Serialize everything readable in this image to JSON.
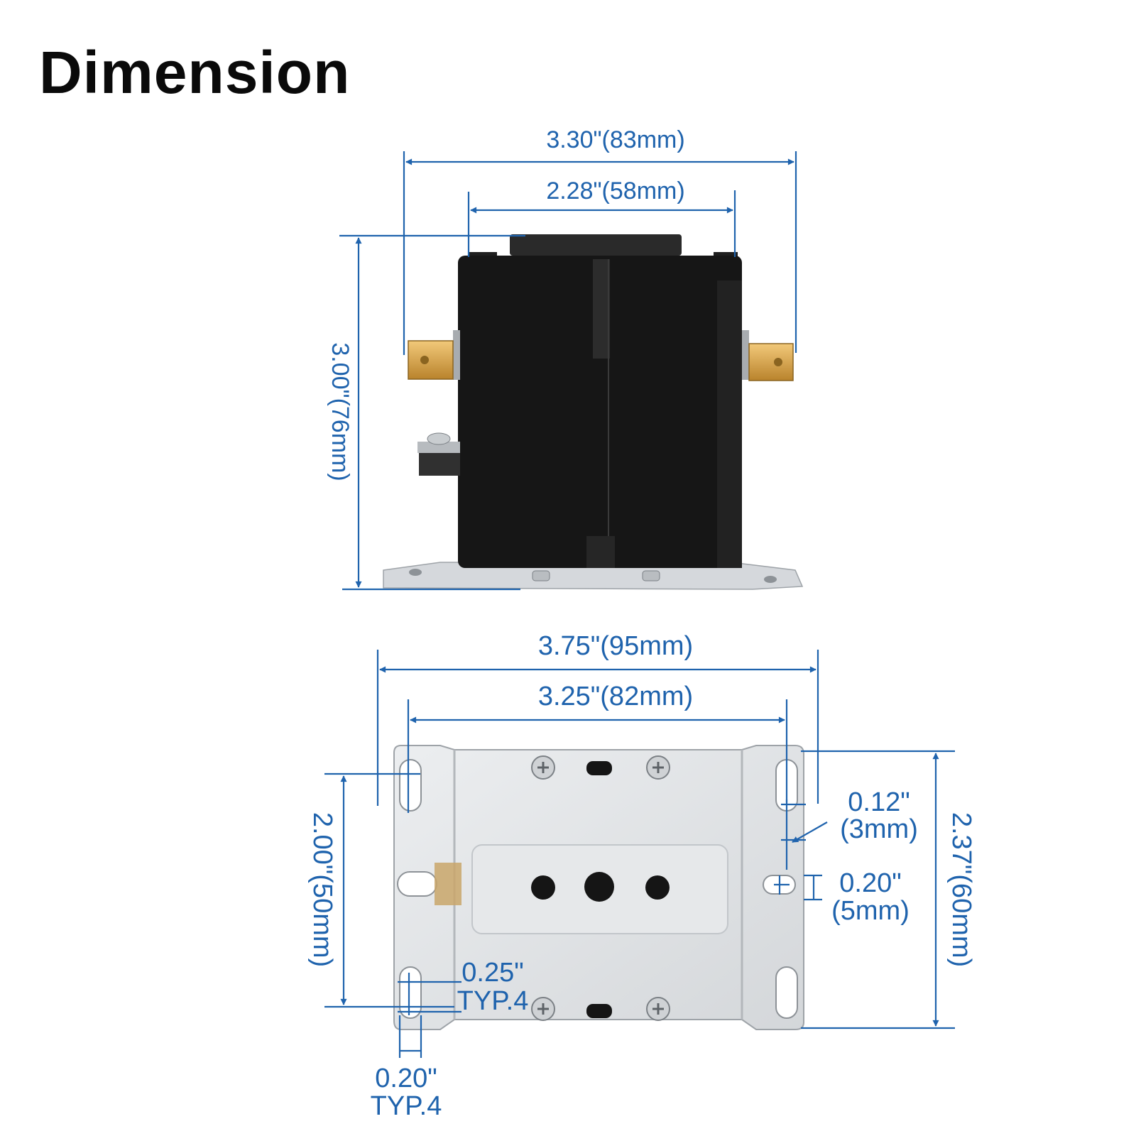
{
  "title": "Dimension",
  "colors": {
    "dimension": "#1f63ad",
    "body": "#161616",
    "plate": "#dfe1e3",
    "terminal": "#d9a84a"
  },
  "top_view": {
    "width_overall": "3.30\"(83mm)",
    "width_body": "2.28\"(58mm)",
    "height": "3.00\"(76mm)"
  },
  "bottom_view": {
    "width_overall": "3.75\"(95mm)",
    "hole_spacing": "3.25\"(82mm)",
    "slot_spacing": "2.00\"(50mm)",
    "plate_height": "2.37\"(60mm)",
    "slot_offset_in": "0.12\"",
    "slot_offset_mm": "(3mm)",
    "slot_height_in": "0.20\"",
    "slot_height_mm": "(5mm)",
    "slot_length_in": "0.25\"",
    "slot_length_typ": "TYP.4",
    "slot_width_in": "0.20\"",
    "slot_width_typ": "TYP.4"
  }
}
